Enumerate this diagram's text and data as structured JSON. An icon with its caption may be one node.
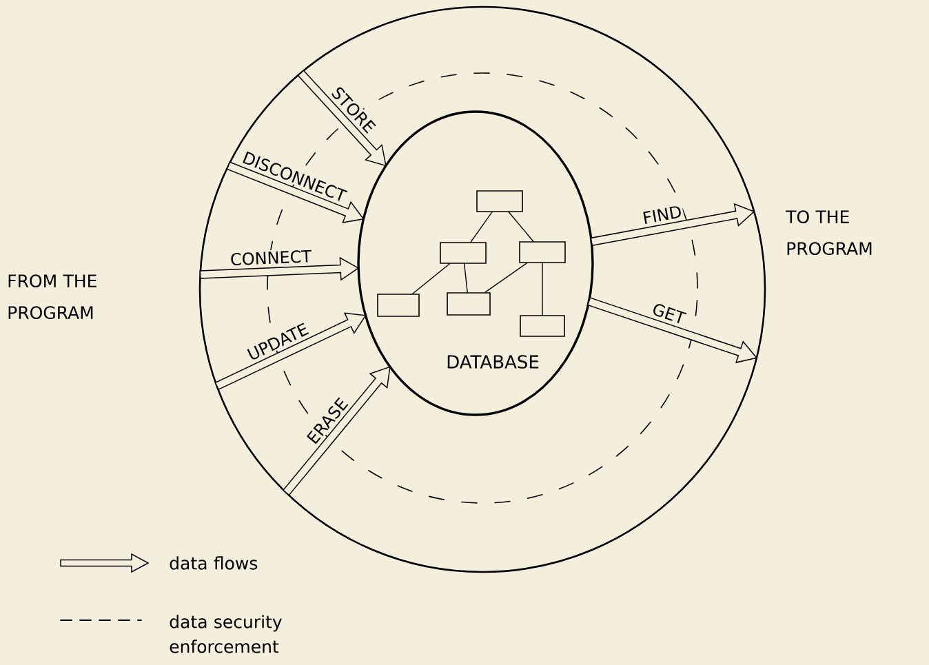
{
  "diagram": {
    "nodes": [
      {
        "text": [],
        "shape": "circle"
      },
      {
        "text": [
          "DATABASE"
        ],
        "in": 0
      },
      {
        "text": [],
        "shape": "box",
        "in": 1
      },
      {
        "text": [],
        "shape": "box",
        "in": 1
      },
      {
        "text": [],
        "shape": "box",
        "in": 1
      },
      {
        "text": [],
        "shape": "box",
        "in": 1
      },
      {
        "text": [],
        "shape": "box",
        "in": 1
      },
      {
        "text": [],
        "shape": "box",
        "in": 1
      }
    ],
    "edges": [
      {
        "from": 0,
        "to": 1,
        "arrow": "to",
        "label": "STORE"
      },
      {
        "from": 0,
        "to": 1,
        "arrow": "to",
        "label": "DISCONNECT"
      },
      {
        "from": 0,
        "to": 1,
        "arrow": "to",
        "label": "CONNECT"
      },
      {
        "from": 0,
        "to": 1,
        "arrow": "to",
        "label": "UPDATE"
      },
      {
        "from": 0,
        "to": 1,
        "arrow": "to",
        "label": "ERASE"
      },
      {
        "from": 1,
        "to": 0,
        "arrow": "to",
        "label": "FIND"
      },
      {
        "from": 1,
        "to": 0,
        "arrow": "to",
        "label": "GET"
      },
      {
        "from": 2,
        "to": 3,
        "arrow": "none"
      },
      {
        "from": 2,
        "to": 4,
        "arrow": "none"
      },
      {
        "from": 3,
        "to": 5,
        "arrow": "none"
      },
      {
        "from": 3,
        "to": 6,
        "arrow": "none"
      },
      {
        "from": 4,
        "to": 6,
        "arrow": "none"
      },
      {
        "from": 4,
        "to": 7,
        "arrow": "none"
      }
    ],
    "labels": [
      "FROM THE PROGRAM",
      "TO THE PROGRAM"
    ],
    "legend": [
      {
        "text": "data flows"
      },
      {
        "text": "data security enforcement"
      }
    ]
  }
}
